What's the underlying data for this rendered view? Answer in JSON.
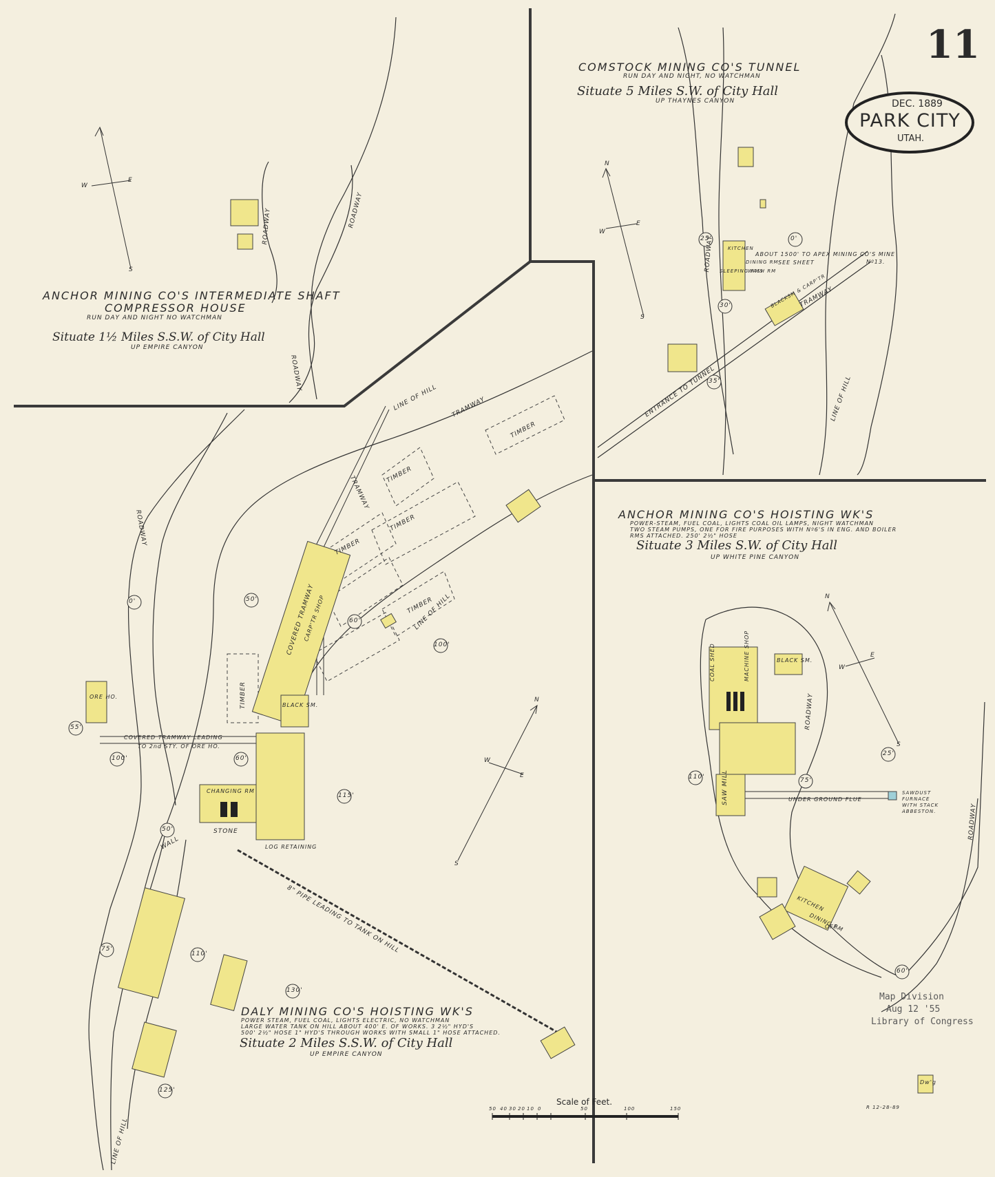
{
  "sheet": {
    "number": "11",
    "date": "DEC. 1889",
    "city": "PARK CITY",
    "state": "UTAH."
  },
  "panels": {
    "intermediate_shaft": {
      "title_1": "ANCHOR MINING CO'S INTERMEDIATE SHAFT",
      "title_2": "COMPRESSOR HOUSE",
      "note": "RUN DAY AND NIGHT  NO WATCHMAN",
      "location": "Situate 1½ Miles S.S.W. of City Hall",
      "canyon": "UP EMPIRE CANYON"
    },
    "comstock": {
      "title": "COMSTOCK MINING CO'S TUNNEL",
      "note": "RUN DAY AND NIGHT, NO WATCHMAN",
      "location": "Situate 5 Miles S.W. of City Hall",
      "canyon": "UP THAYNES CANYON",
      "ref_note_1": "ABOUT 1500' TO APEX MINING CO'S MINE",
      "ref_note_2": "SEE          SHEET",
      "ref_sheet": "Nº13."
    },
    "anchor_hoisting": {
      "title": "ANCHOR MINING CO'S HOISTING WK'S",
      "note_1": "POWER-STEAM, FUEL COAL, LIGHTS COAL OIL LAMPS, NIGHT WATCHMAN",
      "note_2": "TWO STEAM PUMPS, ONE FOR FIRE PURPOSES WITH Nº6'S IN ENG. AND BOILER",
      "note_3": "RMS ATTACHED. 250' 2½\" HOSE",
      "location": "Situate 3 Miles S.W. of City Hall",
      "canyon": "UP WHITE PINE CANYON"
    },
    "daly": {
      "title": "DALY MINING CO'S HOISTING WK'S",
      "note_1": "POWER STEAM, FUEL COAL, LIGHTS ELECTRIC, NO WATCHMAN",
      "note_2": "LARGE WATER TANK ON HILL ABOUT 400' E. OF WORKS. 3 2½\" HYD'S",
      "note_3": "500' 2½\" HOSE  1\" HYD'S THROUGH WORKS WITH SMALL 1\" HOSE ATTACHED.",
      "location": "Situate 2 Miles S.S.W. of City Hall",
      "canyon": "UP EMPIRE CANYON"
    }
  },
  "labels": {
    "roadway": "ROADWAY",
    "tramway": "TRAMWAY",
    "timber": "TIMBER",
    "line_of_hill": "LINE OF HILL",
    "covered_tramway": "COVERED TRAMWAY",
    "covered_tramway_note_1": "COVERED TRAMWAY LEADING",
    "covered_tramway_note_2": "TO 2nd STY. OF ORE HO.",
    "ore_ho": "ORE HO.",
    "black_sm": "BLACK SM.",
    "carptr_shop": "CARP'TR SHOP",
    "changing_rm": "CHANGING RM",
    "stone": "STONE",
    "wall": "WALL",
    "log_retaining": "LOG RETAINING",
    "entrance_to_tunnel": "ENTRANCE TO TUNNEL",
    "pipe_note": "8\" PIPE LEADING TO TANK ON HILL",
    "kitchen": "KITCHEN",
    "dining_rm": "DINING RM",
    "sleeping_rms": "SLEEPING RMS",
    "wash_rm": "WASH RM",
    "blacksm_carptr": "BLACKSM & CARP'TR",
    "saw_mill": "SAW MILL",
    "coal_shed": "COAL SHED",
    "machine_shop": "MACHINE SHOP",
    "under_ground_flue": "UNDER GROUND FLUE",
    "sawdust_furnace_1": "SAWDUST",
    "sawdust_furnace_2": "FURNACE",
    "sawdust_furnace_3": "WITH STACK",
    "sawdust_furnace_4": "ABBESTON.",
    "dwg": "Dw'g",
    "off": "OFF."
  },
  "elevations": [
    "0'",
    "25'",
    "30'",
    "35'",
    "50'",
    "50'",
    "55'",
    "60'",
    "60'",
    "75'",
    "100'",
    "110'",
    "115'",
    "125'",
    "130'",
    "0'",
    "25'",
    "60'",
    "75'",
    "100'",
    "110'"
  ],
  "compass": {
    "n": "N",
    "s": "S",
    "e": "E",
    "w": "W"
  },
  "scale": {
    "title": "Scale of Feet.",
    "ticks": [
      "50",
      "40",
      "30",
      "20",
      "10",
      "0",
      "50",
      "100",
      "150"
    ]
  },
  "stamp": {
    "line_1": "Map Division",
    "line_2": "Aug 12 '55",
    "line_3": "Library of Congress"
  },
  "revision_mark": "R 12-28-89",
  "colors": {
    "paper": "#f4efdf",
    "ink": "#2b2b2b",
    "building_fill": "#f0e68c",
    "divider": "#3a3a3a"
  }
}
